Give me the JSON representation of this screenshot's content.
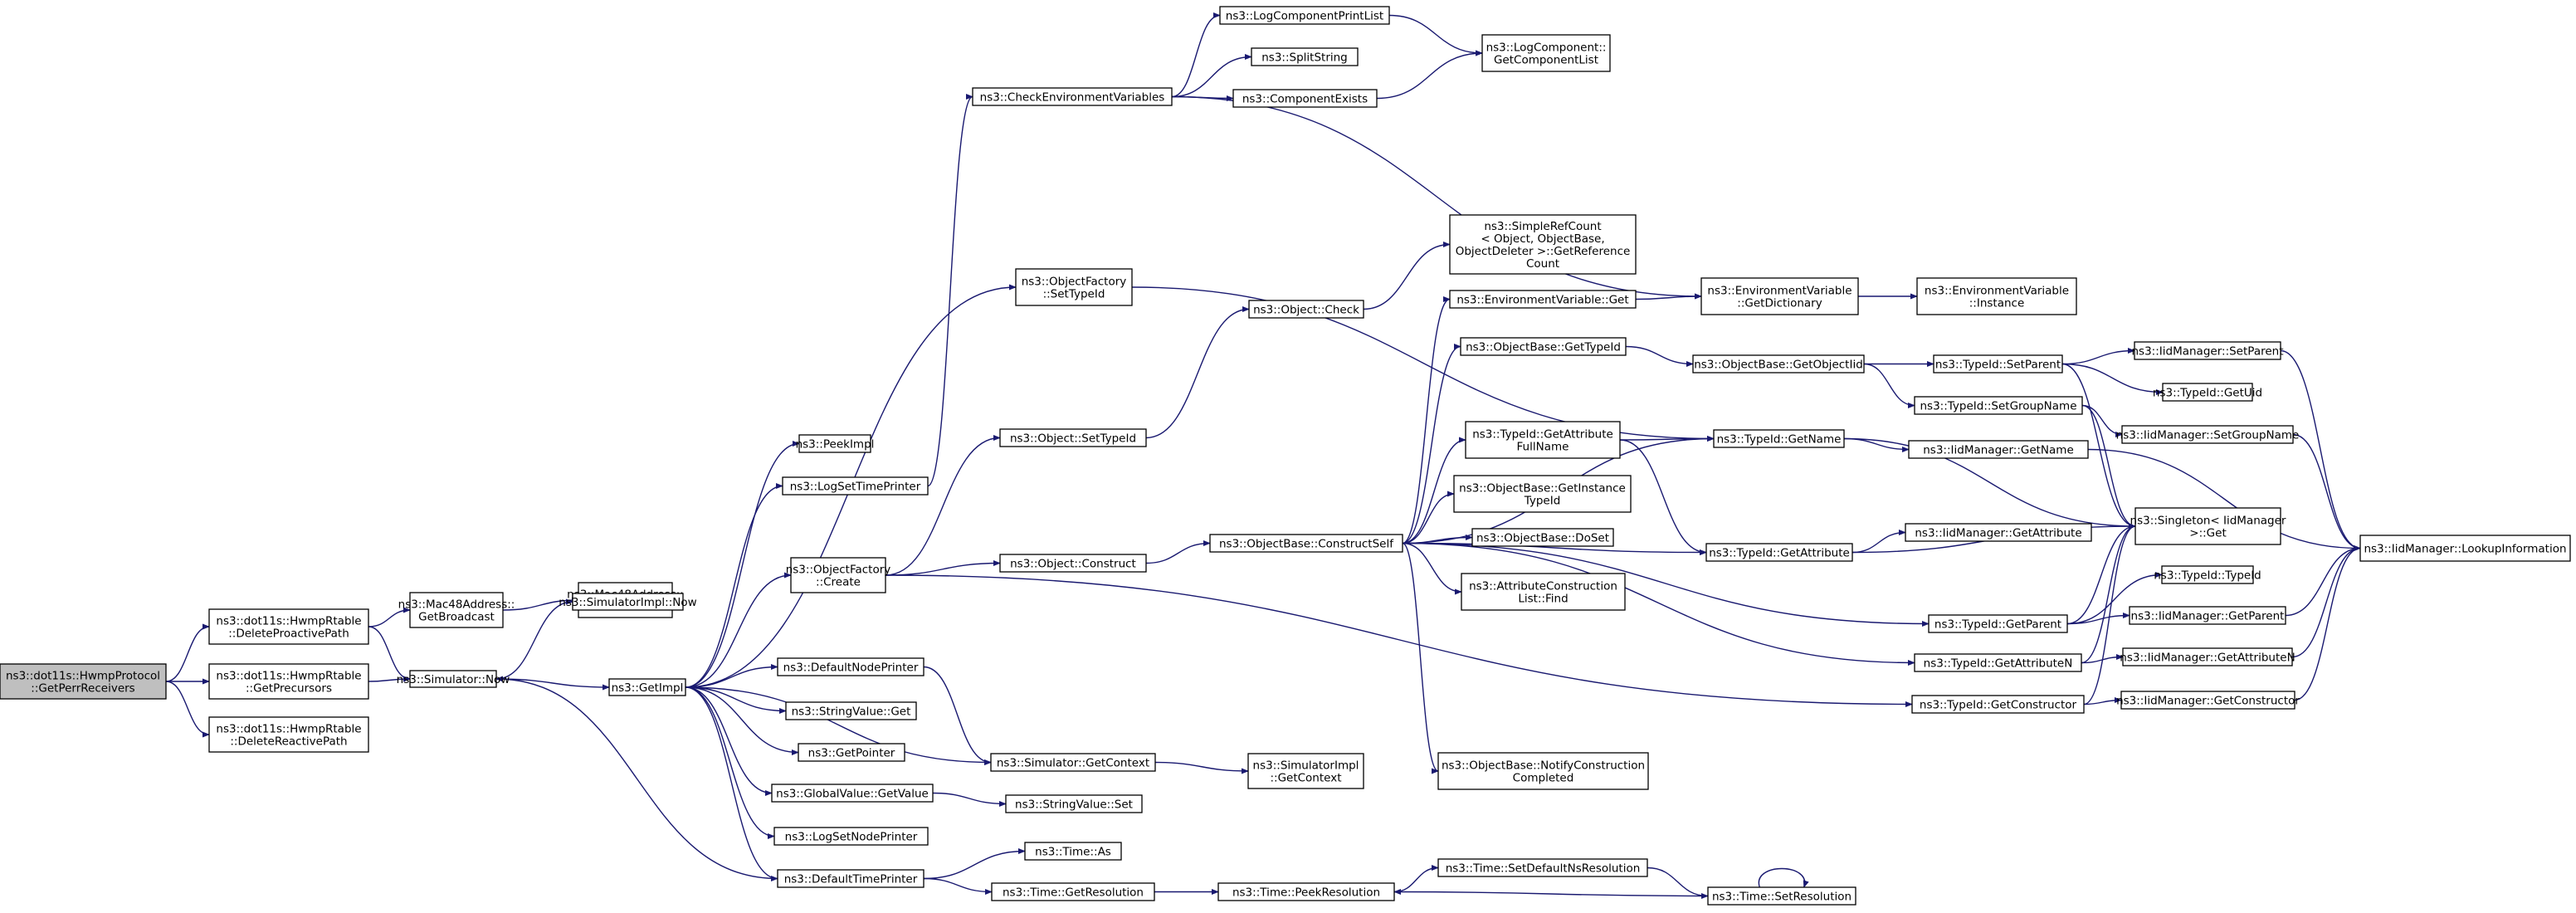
{
  "graph": {
    "title": "",
    "colors": {
      "edge": "#191970",
      "node_border": "#000000",
      "root_fill": "#bfbfbf",
      "node_fill": "#ffffff"
    },
    "nodes": [
      {
        "id": "root",
        "label": [
          "ns3::dot11s::HwmpProtocol",
          "::GetPerrReceivers"
        ]
      },
      {
        "id": "delpro",
        "label": [
          "ns3::dot11s::HwmpRtable",
          "::DeleteProactivePath"
        ]
      },
      {
        "id": "getprec",
        "label": [
          "ns3::dot11s::HwmpRtable",
          "::GetPrecursors"
        ]
      },
      {
        "id": "delreact",
        "label": [
          "ns3::dot11s::HwmpRtable",
          "::DeleteReactivePath"
        ]
      },
      {
        "id": "bcast",
        "label": [
          "ns3::Mac48Address::",
          "GetBroadcast"
        ]
      },
      {
        "id": "mac48",
        "label": [
          "ns3::Mac48Address::",
          "Mac48Address"
        ]
      },
      {
        "id": "simnow",
        "label": [
          "ns3::Simulator::Now"
        ]
      },
      {
        "id": "simimplnow",
        "label": [
          "ns3::SimulatorImpl::Now"
        ]
      },
      {
        "id": "getimpl",
        "label": [
          "ns3::GetImpl"
        ]
      },
      {
        "id": "peekimpl",
        "label": [
          "ns3::PeekImpl"
        ]
      },
      {
        "id": "logsettime",
        "label": [
          "ns3::LogSetTimePrinter"
        ]
      },
      {
        "id": "ofcreate",
        "label": [
          "ns3::ObjectFactory",
          "::Create"
        ]
      },
      {
        "id": "defnodepr",
        "label": [
          "ns3::DefaultNodePrinter"
        ]
      },
      {
        "id": "strget",
        "label": [
          "ns3::StringValue::Get"
        ]
      },
      {
        "id": "getpointer",
        "label": [
          "ns3::GetPointer"
        ]
      },
      {
        "id": "gvgetvalue",
        "label": [
          "ns3::GlobalValue::GetValue"
        ]
      },
      {
        "id": "logsetnode",
        "label": [
          "ns3::LogSetNodePrinter"
        ]
      },
      {
        "id": "deftimepr",
        "label": [
          "ns3::DefaultTimePrinter"
        ]
      },
      {
        "id": "checkenv",
        "label": [
          "ns3::CheckEnvironmentVariables"
        ]
      },
      {
        "id": "logcompprint",
        "label": [
          "ns3::LogComponentPrintList"
        ]
      },
      {
        "id": "splitstr",
        "label": [
          "ns3::SplitString"
        ]
      },
      {
        "id": "compexists",
        "label": [
          "ns3::ComponentExists"
        ]
      },
      {
        "id": "getcomplist",
        "label": [
          "ns3::LogComponent::",
          "GetComponentList"
        ]
      },
      {
        "id": "ofsettypeid",
        "label": [
          "ns3::ObjectFactory",
          "::SetTypeId"
        ]
      },
      {
        "id": "objsettypeid",
        "label": [
          "ns3::Object::SetTypeId"
        ]
      },
      {
        "id": "objconstruct",
        "label": [
          "ns3::Object::Construct"
        ]
      },
      {
        "id": "simgetctx",
        "label": [
          "ns3::Simulator::GetContext"
        ]
      },
      {
        "id": "strset",
        "label": [
          "ns3::StringValue::Set"
        ]
      },
      {
        "id": "timeas",
        "label": [
          "ns3::Time::As"
        ]
      },
      {
        "id": "timegetres",
        "label": [
          "ns3::Time::GetResolution"
        ]
      },
      {
        "id": "objcheck",
        "label": [
          "ns3::Object::Check"
        ]
      },
      {
        "id": "constructself",
        "label": [
          "ns3::ObjectBase::ConstructSelf"
        ]
      },
      {
        "id": "simimplgetctx",
        "label": [
          "ns3::SimulatorImpl",
          "::GetContext"
        ]
      },
      {
        "id": "timepeekres",
        "label": [
          "ns3::Time::PeekResolution"
        ]
      },
      {
        "id": "simplerefcount",
        "label": [
          "ns3::SimpleRefCount",
          "< Object, ObjectBase,",
          "ObjectDeleter >::GetReference",
          "Count"
        ]
      },
      {
        "id": "envget",
        "label": [
          "ns3::EnvironmentVariable::Get"
        ]
      },
      {
        "id": "obgettypeid",
        "label": [
          "ns3::ObjectBase::GetTypeId"
        ]
      },
      {
        "id": "tidgetattrfull",
        "label": [
          "ns3::TypeId::GetAttribute",
          "FullName"
        ]
      },
      {
        "id": "obgetinst",
        "label": [
          "ns3::ObjectBase::GetInstance",
          "TypeId"
        ]
      },
      {
        "id": "obdoset",
        "label": [
          "ns3::ObjectBase::DoSet"
        ]
      },
      {
        "id": "attrconstr",
        "label": [
          "ns3::AttributeConstruction",
          "List::Find"
        ]
      },
      {
        "id": "obnotify",
        "label": [
          "ns3::ObjectBase::NotifyConstruction",
          "Completed"
        ]
      },
      {
        "id": "timesetdefns",
        "label": [
          "ns3::Time::SetDefaultNsResolution"
        ]
      },
      {
        "id": "envgetdict",
        "label": [
          "ns3::EnvironmentVariable",
          "::GetDictionary"
        ]
      },
      {
        "id": "obgetobjtid",
        "label": [
          "ns3::ObjectBase::GetObjectIid"
        ]
      },
      {
        "id": "tidgetname",
        "label": [
          "ns3::TypeId::GetName"
        ]
      },
      {
        "id": "tidgetattr",
        "label": [
          "ns3::TypeId::GetAttribute"
        ]
      },
      {
        "id": "timesetres",
        "label": [
          "ns3::Time::SetResolution"
        ]
      },
      {
        "id": "envinstance",
        "label": [
          "ns3::EnvironmentVariable",
          "::Instance"
        ]
      },
      {
        "id": "tidsetparent",
        "label": [
          "ns3::TypeId::SetParent"
        ]
      },
      {
        "id": "tidsetgroup",
        "label": [
          "ns3::TypeId::SetGroupName"
        ]
      },
      {
        "id": "iidgetname",
        "label": [
          "ns3::IidManager::GetName"
        ]
      },
      {
        "id": "iidgetattr",
        "label": [
          "ns3::IidManager::GetAttribute"
        ]
      },
      {
        "id": "tidgetparent",
        "label": [
          "ns3::TypeId::GetParent"
        ]
      },
      {
        "id": "tidgetattrn",
        "label": [
          "ns3::TypeId::GetAttributeN"
        ]
      },
      {
        "id": "tidgetconstr",
        "label": [
          "ns3::TypeId::GetConstructor"
        ]
      },
      {
        "id": "iidsetparent",
        "label": [
          "ns3::IidManager::SetParent"
        ]
      },
      {
        "id": "tidgetuid",
        "label": [
          "ns3::TypeId::GetUid"
        ]
      },
      {
        "id": "iidsetgroup",
        "label": [
          "ns3::IidManager::SetGroupName"
        ]
      },
      {
        "id": "singleton",
        "label": [
          "ns3::Singleton< IidManager",
          ">::Get"
        ]
      },
      {
        "id": "tidtypeid",
        "label": [
          "ns3::TypeId::TypeId"
        ]
      },
      {
        "id": "iidgetparent",
        "label": [
          "ns3::IidManager::GetParent"
        ]
      },
      {
        "id": "iidgetattrn",
        "label": [
          "ns3::IidManager::GetAttributeN"
        ]
      },
      {
        "id": "iidgetconstr",
        "label": [
          "ns3::IidManager::GetConstructor"
        ]
      },
      {
        "id": "iidlookup",
        "label": [
          "ns3::IidManager::LookupInformation"
        ]
      }
    ]
  }
}
